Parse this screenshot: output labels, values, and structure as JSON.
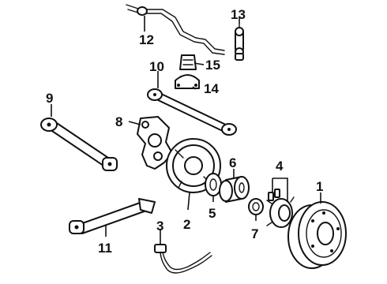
{
  "diagram": {
    "parts": [
      {
        "id": "1",
        "icon": "brake-drum"
      },
      {
        "id": "2",
        "icon": "backing-plate"
      },
      {
        "id": "3",
        "icon": "brake-hose"
      },
      {
        "id": "4",
        "icon": "hub-bearing-with-studs"
      },
      {
        "id": "5",
        "icon": "bushing"
      },
      {
        "id": "6",
        "icon": "wheel-bearing"
      },
      {
        "id": "7",
        "icon": "seal-ring"
      },
      {
        "id": "8",
        "icon": "knuckle"
      },
      {
        "id": "9",
        "icon": "rear-lateral-link"
      },
      {
        "id": "10",
        "icon": "upper-control-arm"
      },
      {
        "id": "11",
        "icon": "lower-control-arm"
      },
      {
        "id": "12",
        "icon": "stabilizer-bar"
      },
      {
        "id": "13",
        "icon": "stabilizer-link"
      },
      {
        "id": "14",
        "icon": "bar-bracket"
      },
      {
        "id": "15",
        "icon": "bar-bushing"
      }
    ]
  }
}
